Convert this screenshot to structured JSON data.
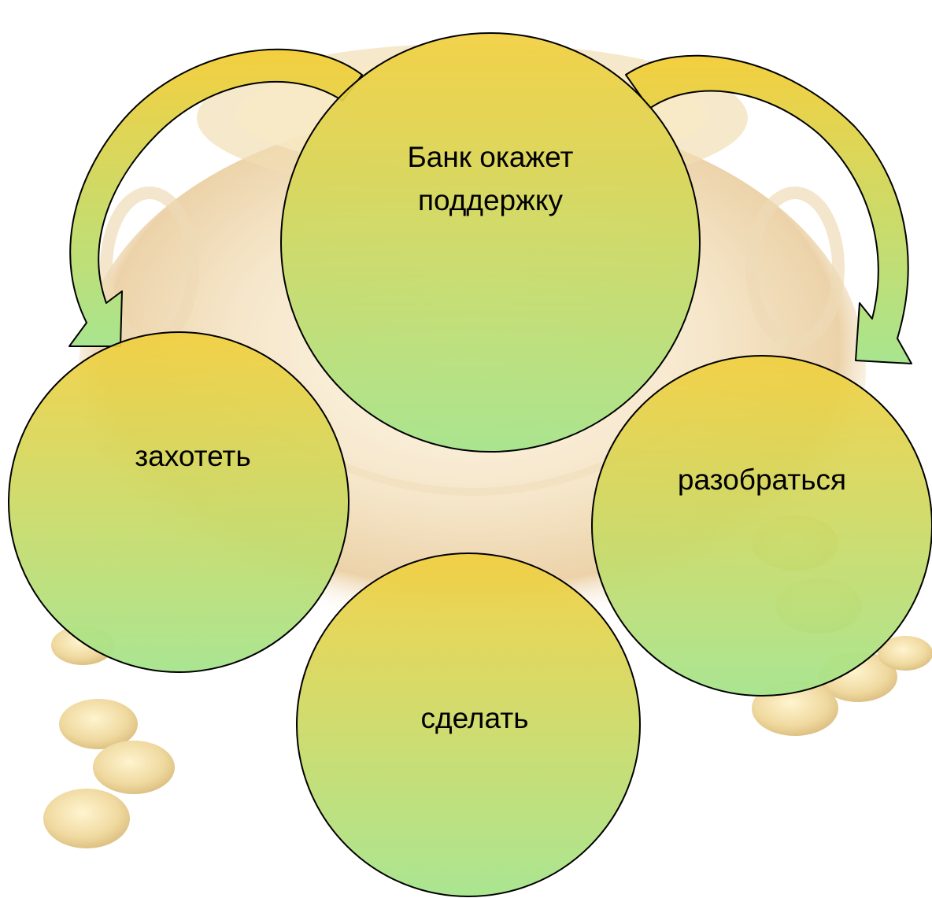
{
  "diagram": {
    "nodes": [
      {
        "id": "center",
        "lines": [
          "Банк окажет",
          "поддержку"
        ]
      },
      {
        "id": "left",
        "lines": [
          "захотеть"
        ]
      },
      {
        "id": "right",
        "lines": [
          "разобраться"
        ]
      },
      {
        "id": "bottom",
        "lines": [
          "сделать"
        ]
      }
    ],
    "arrows": [
      {
        "from": "center",
        "to": "left"
      },
      {
        "from": "center",
        "to": "right"
      }
    ],
    "colors": {
      "circle_top": "#f2cf3e",
      "circle_bottom": "#a6e48c",
      "arrow_top": "#f4cf3f",
      "arrow_bottom": "#a8e58f",
      "outline": "#000000",
      "background_gold": "#e8c98a"
    }
  }
}
